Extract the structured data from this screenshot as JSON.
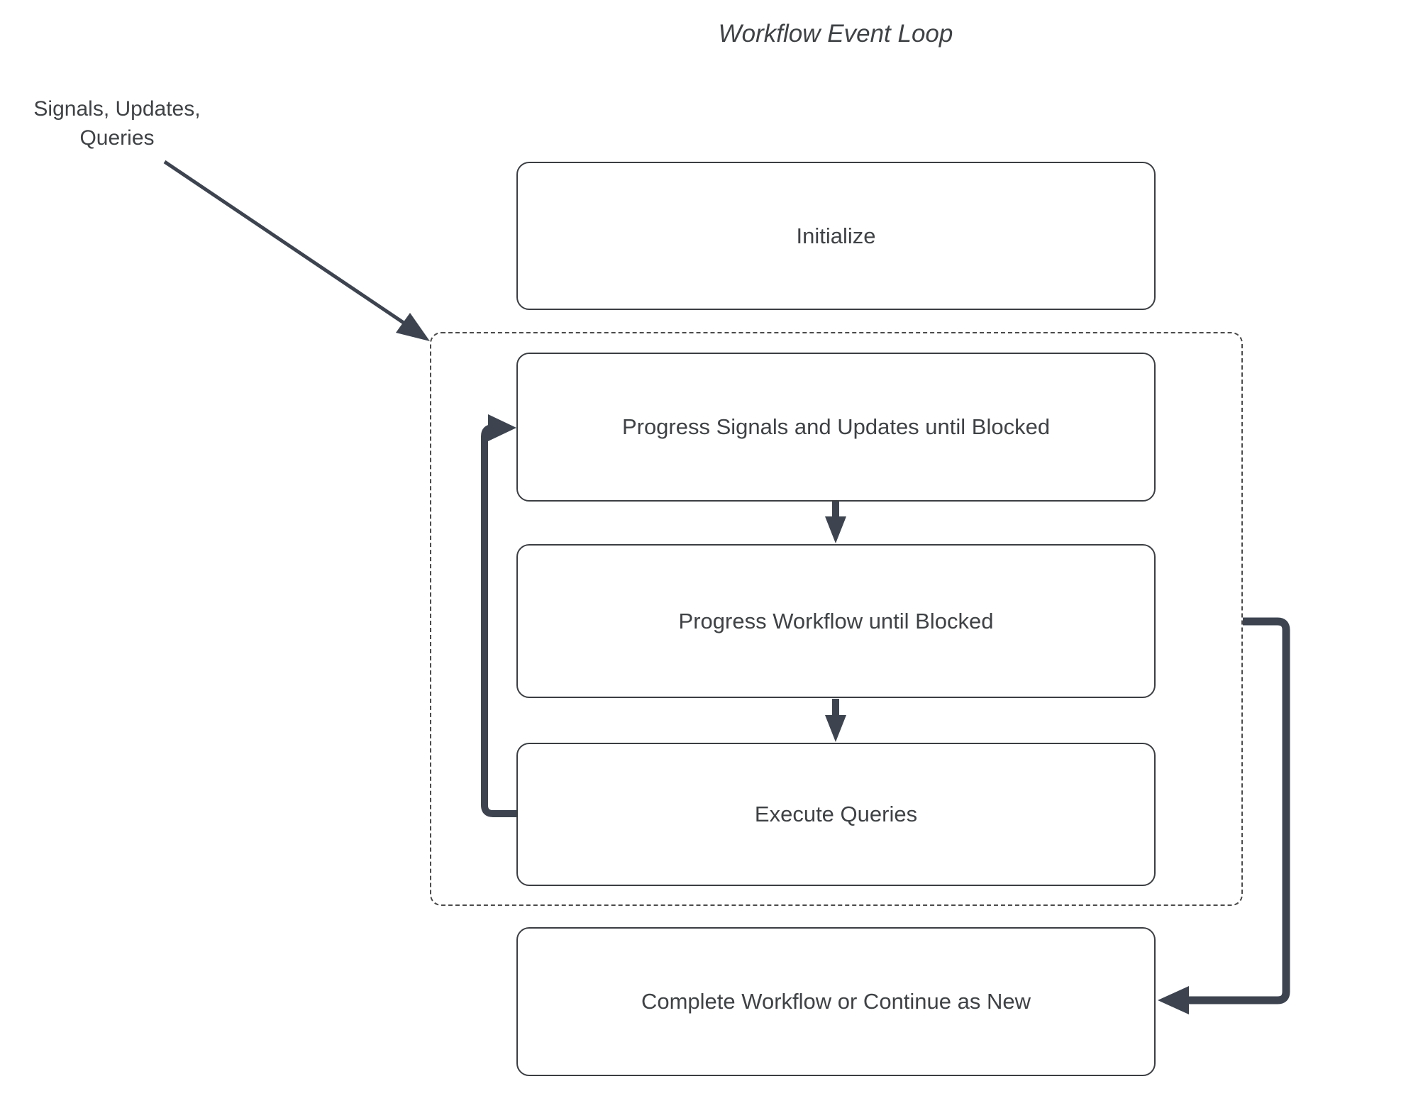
{
  "diagram": {
    "title": "Workflow Event Loop",
    "external_input_label": "Signals, Updates,\nQueries",
    "nodes": {
      "initialize": "Initialize",
      "progress_signals": "Progress Signals and Updates until Blocked",
      "progress_workflow": "Progress Workflow until Blocked",
      "execute_queries": "Execute Queries",
      "complete": "Complete Workflow or Continue as New"
    },
    "colors": {
      "arrow": "#3d4450",
      "box_border": "#3b3e42",
      "dashed_border": "#4b4b4b",
      "text": "#3f4245",
      "background": "#ffffff"
    }
  }
}
